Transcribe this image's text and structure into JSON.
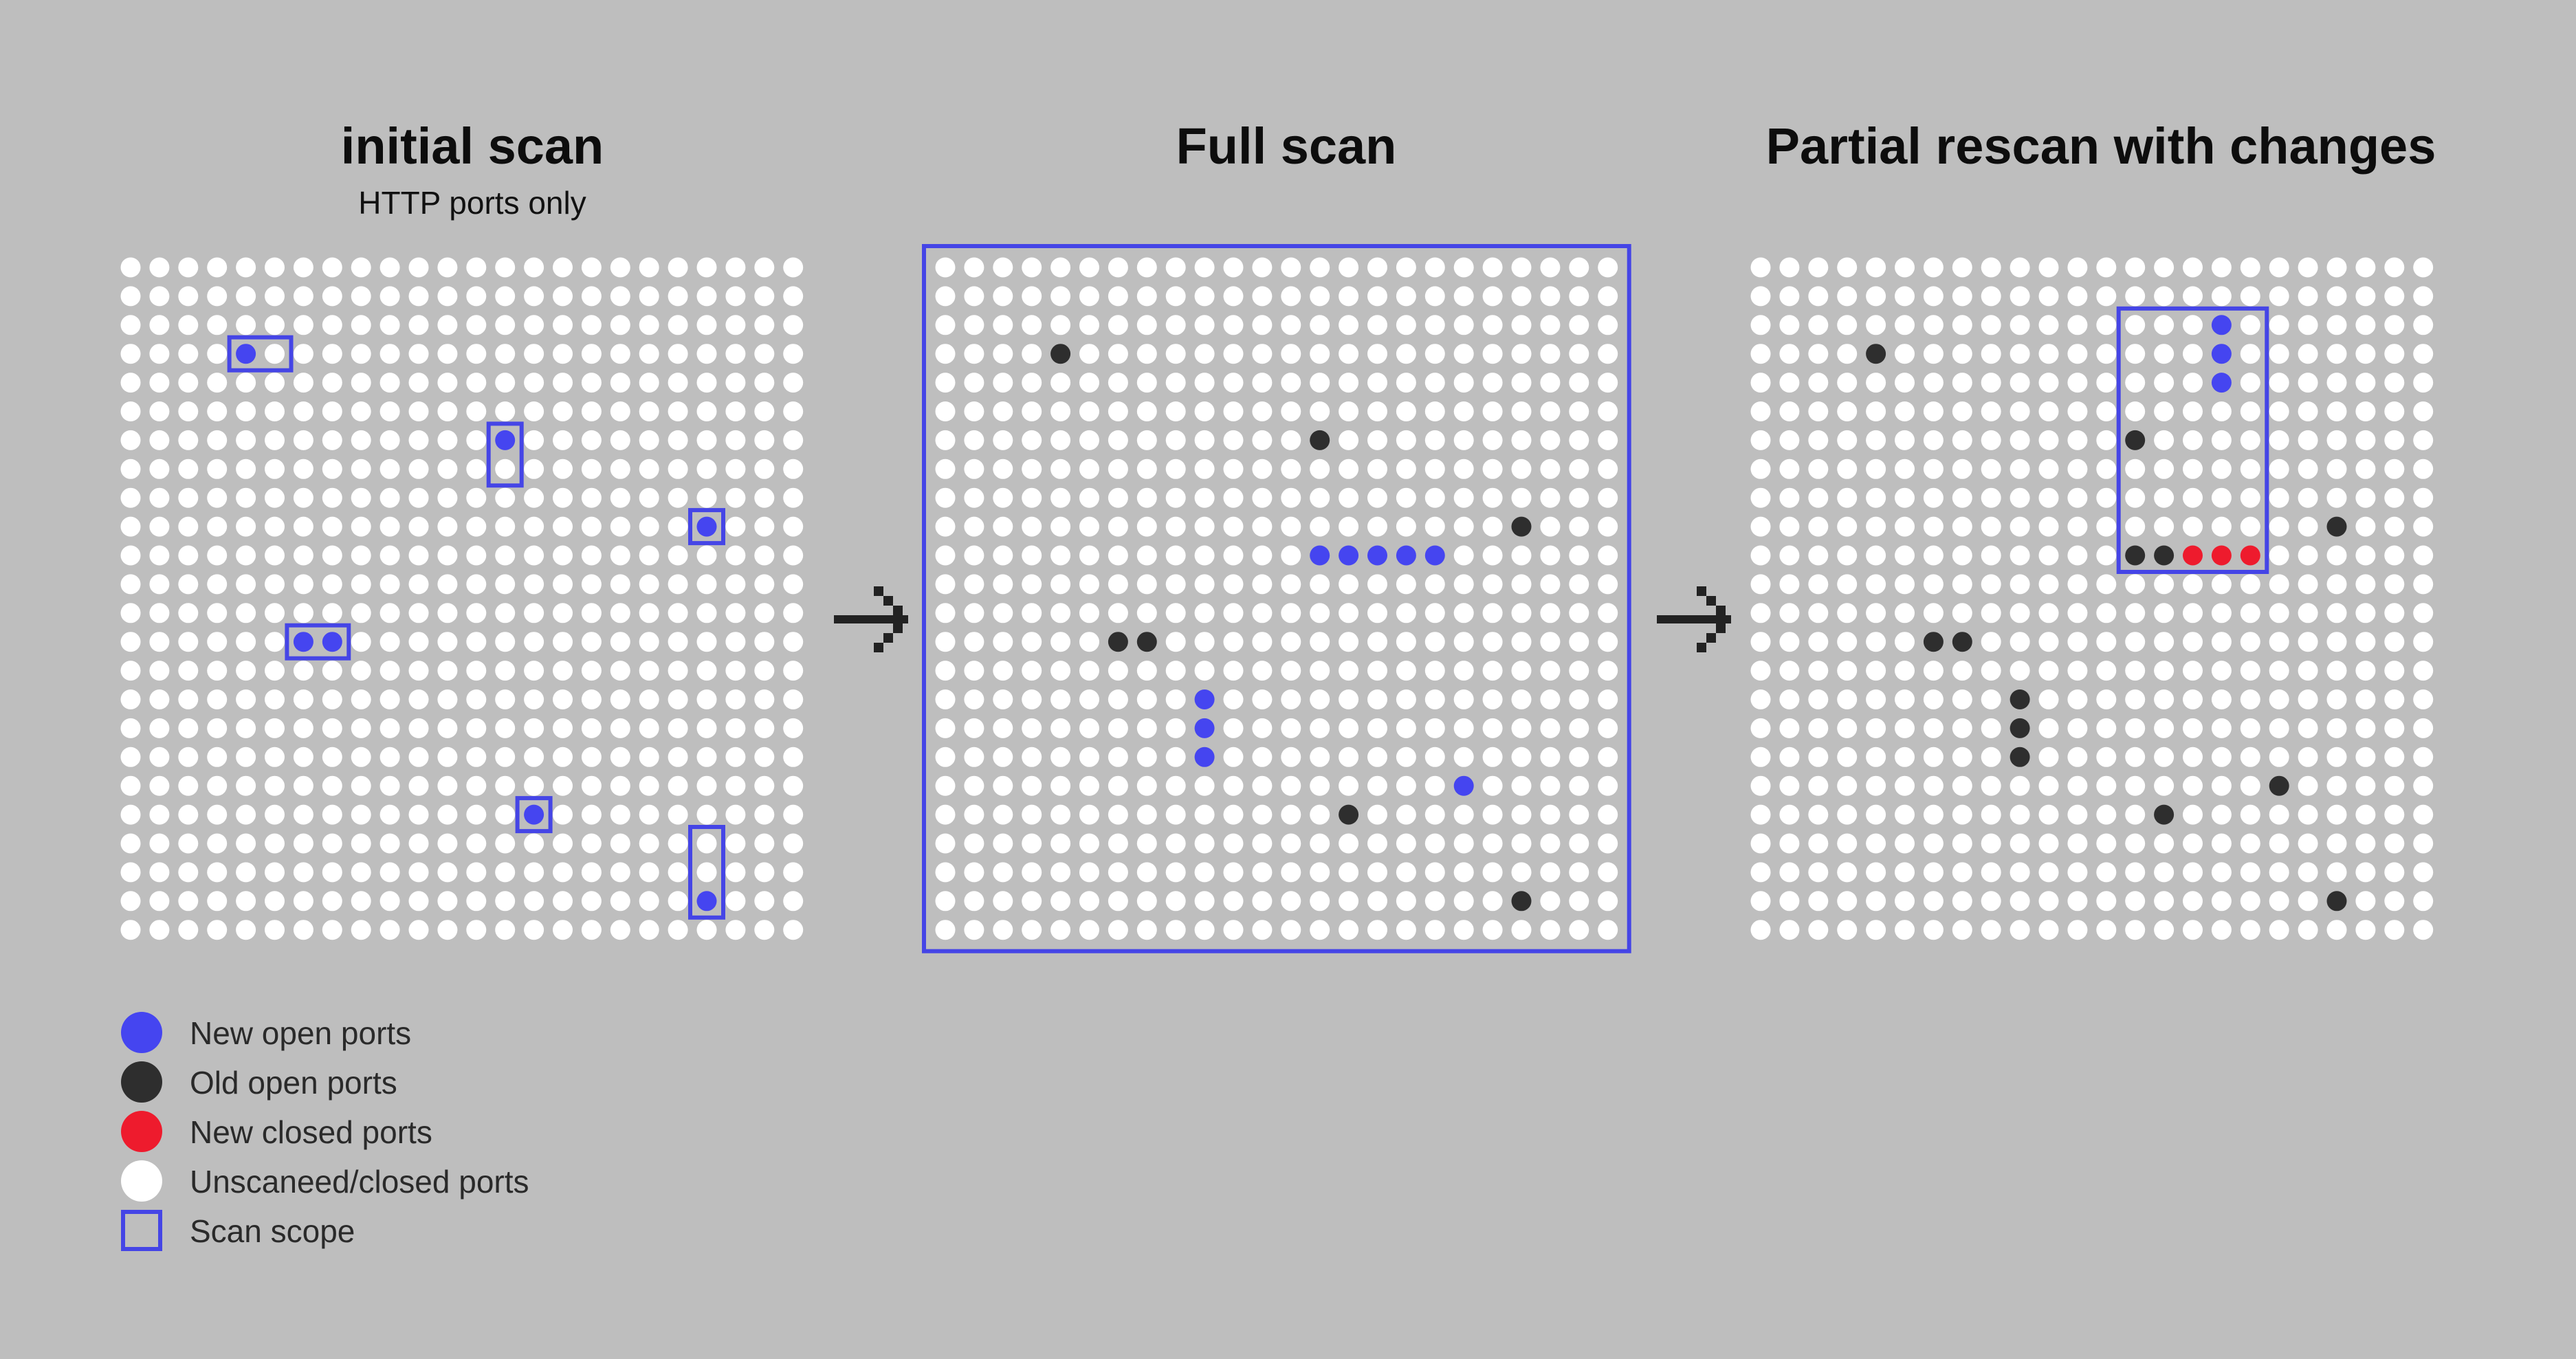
{
  "colors": {
    "background": "#bebebe",
    "new_open": "#4545f0",
    "old_open": "#2e2e2e",
    "new_closed": "#ee1b2d",
    "unscanned": "#ffffff",
    "scope": "#4545e6"
  },
  "panels": [
    {
      "title": "initial scan",
      "subtitle": "HTTP ports only",
      "grid": {
        "rows": 24,
        "cols": 24
      },
      "new_open": [
        [
          3,
          4
        ],
        [
          6,
          13
        ],
        [
          9,
          20
        ],
        [
          13,
          6
        ],
        [
          13,
          7
        ],
        [
          19,
          14
        ],
        [
          22,
          20
        ]
      ],
      "old_open": [],
      "new_closed": [],
      "scopes": [
        {
          "row": 3,
          "col": 4,
          "rows": 1,
          "cols": 2
        },
        {
          "row": 6,
          "col": 13,
          "rows": 2,
          "cols": 1
        },
        {
          "row": 9,
          "col": 20,
          "rows": 1,
          "cols": 1
        },
        {
          "row": 13,
          "col": 6,
          "rows": 1,
          "cols": 2
        },
        {
          "row": 19,
          "col": 14,
          "rows": 1,
          "cols": 1
        },
        {
          "row": 20,
          "col": 20,
          "rows": 3,
          "cols": 1
        }
      ]
    },
    {
      "title": "Full scan",
      "subtitle": "",
      "grid": {
        "rows": 24,
        "cols": 24
      },
      "new_open": [
        [
          10,
          13
        ],
        [
          10,
          14
        ],
        [
          10,
          15
        ],
        [
          10,
          16
        ],
        [
          10,
          17
        ],
        [
          15,
          9
        ],
        [
          16,
          9
        ],
        [
          17,
          9
        ],
        [
          18,
          18
        ]
      ],
      "old_open": [
        [
          3,
          4
        ],
        [
          6,
          13
        ],
        [
          9,
          20
        ],
        [
          13,
          6
        ],
        [
          13,
          7
        ],
        [
          19,
          14
        ],
        [
          22,
          20
        ]
      ],
      "new_closed": [],
      "scopes": [
        {
          "row": 0,
          "col": 0,
          "rows": 24,
          "cols": 24
        }
      ]
    },
    {
      "title": "Partial rescan with changes",
      "subtitle": "",
      "grid": {
        "rows": 24,
        "cols": 24
      },
      "new_open": [
        [
          2,
          16
        ],
        [
          3,
          16
        ],
        [
          4,
          16
        ]
      ],
      "old_open": [
        [
          3,
          4
        ],
        [
          6,
          13
        ],
        [
          9,
          20
        ],
        [
          10,
          13
        ],
        [
          10,
          14
        ],
        [
          13,
          6
        ],
        [
          13,
          7
        ],
        [
          15,
          9
        ],
        [
          16,
          9
        ],
        [
          17,
          9
        ],
        [
          18,
          18
        ],
        [
          19,
          14
        ],
        [
          22,
          20
        ]
      ],
      "new_closed": [
        [
          10,
          15
        ],
        [
          10,
          16
        ],
        [
          10,
          17
        ]
      ],
      "scopes": [
        {
          "row": 2,
          "col": 13,
          "rows": 9,
          "cols": 5
        }
      ]
    }
  ],
  "arrows": [
    "arrow-1",
    "arrow-2"
  ],
  "legend": [
    {
      "label": "New open ports",
      "swatch": "new_open"
    },
    {
      "label": "Old open ports",
      "swatch": "old_open"
    },
    {
      "label": "New closed ports",
      "swatch": "new_closed"
    },
    {
      "label": "Unscaneed/closed ports",
      "swatch": "unscanned"
    },
    {
      "label": "Scan scope",
      "swatch": "scope"
    }
  ]
}
